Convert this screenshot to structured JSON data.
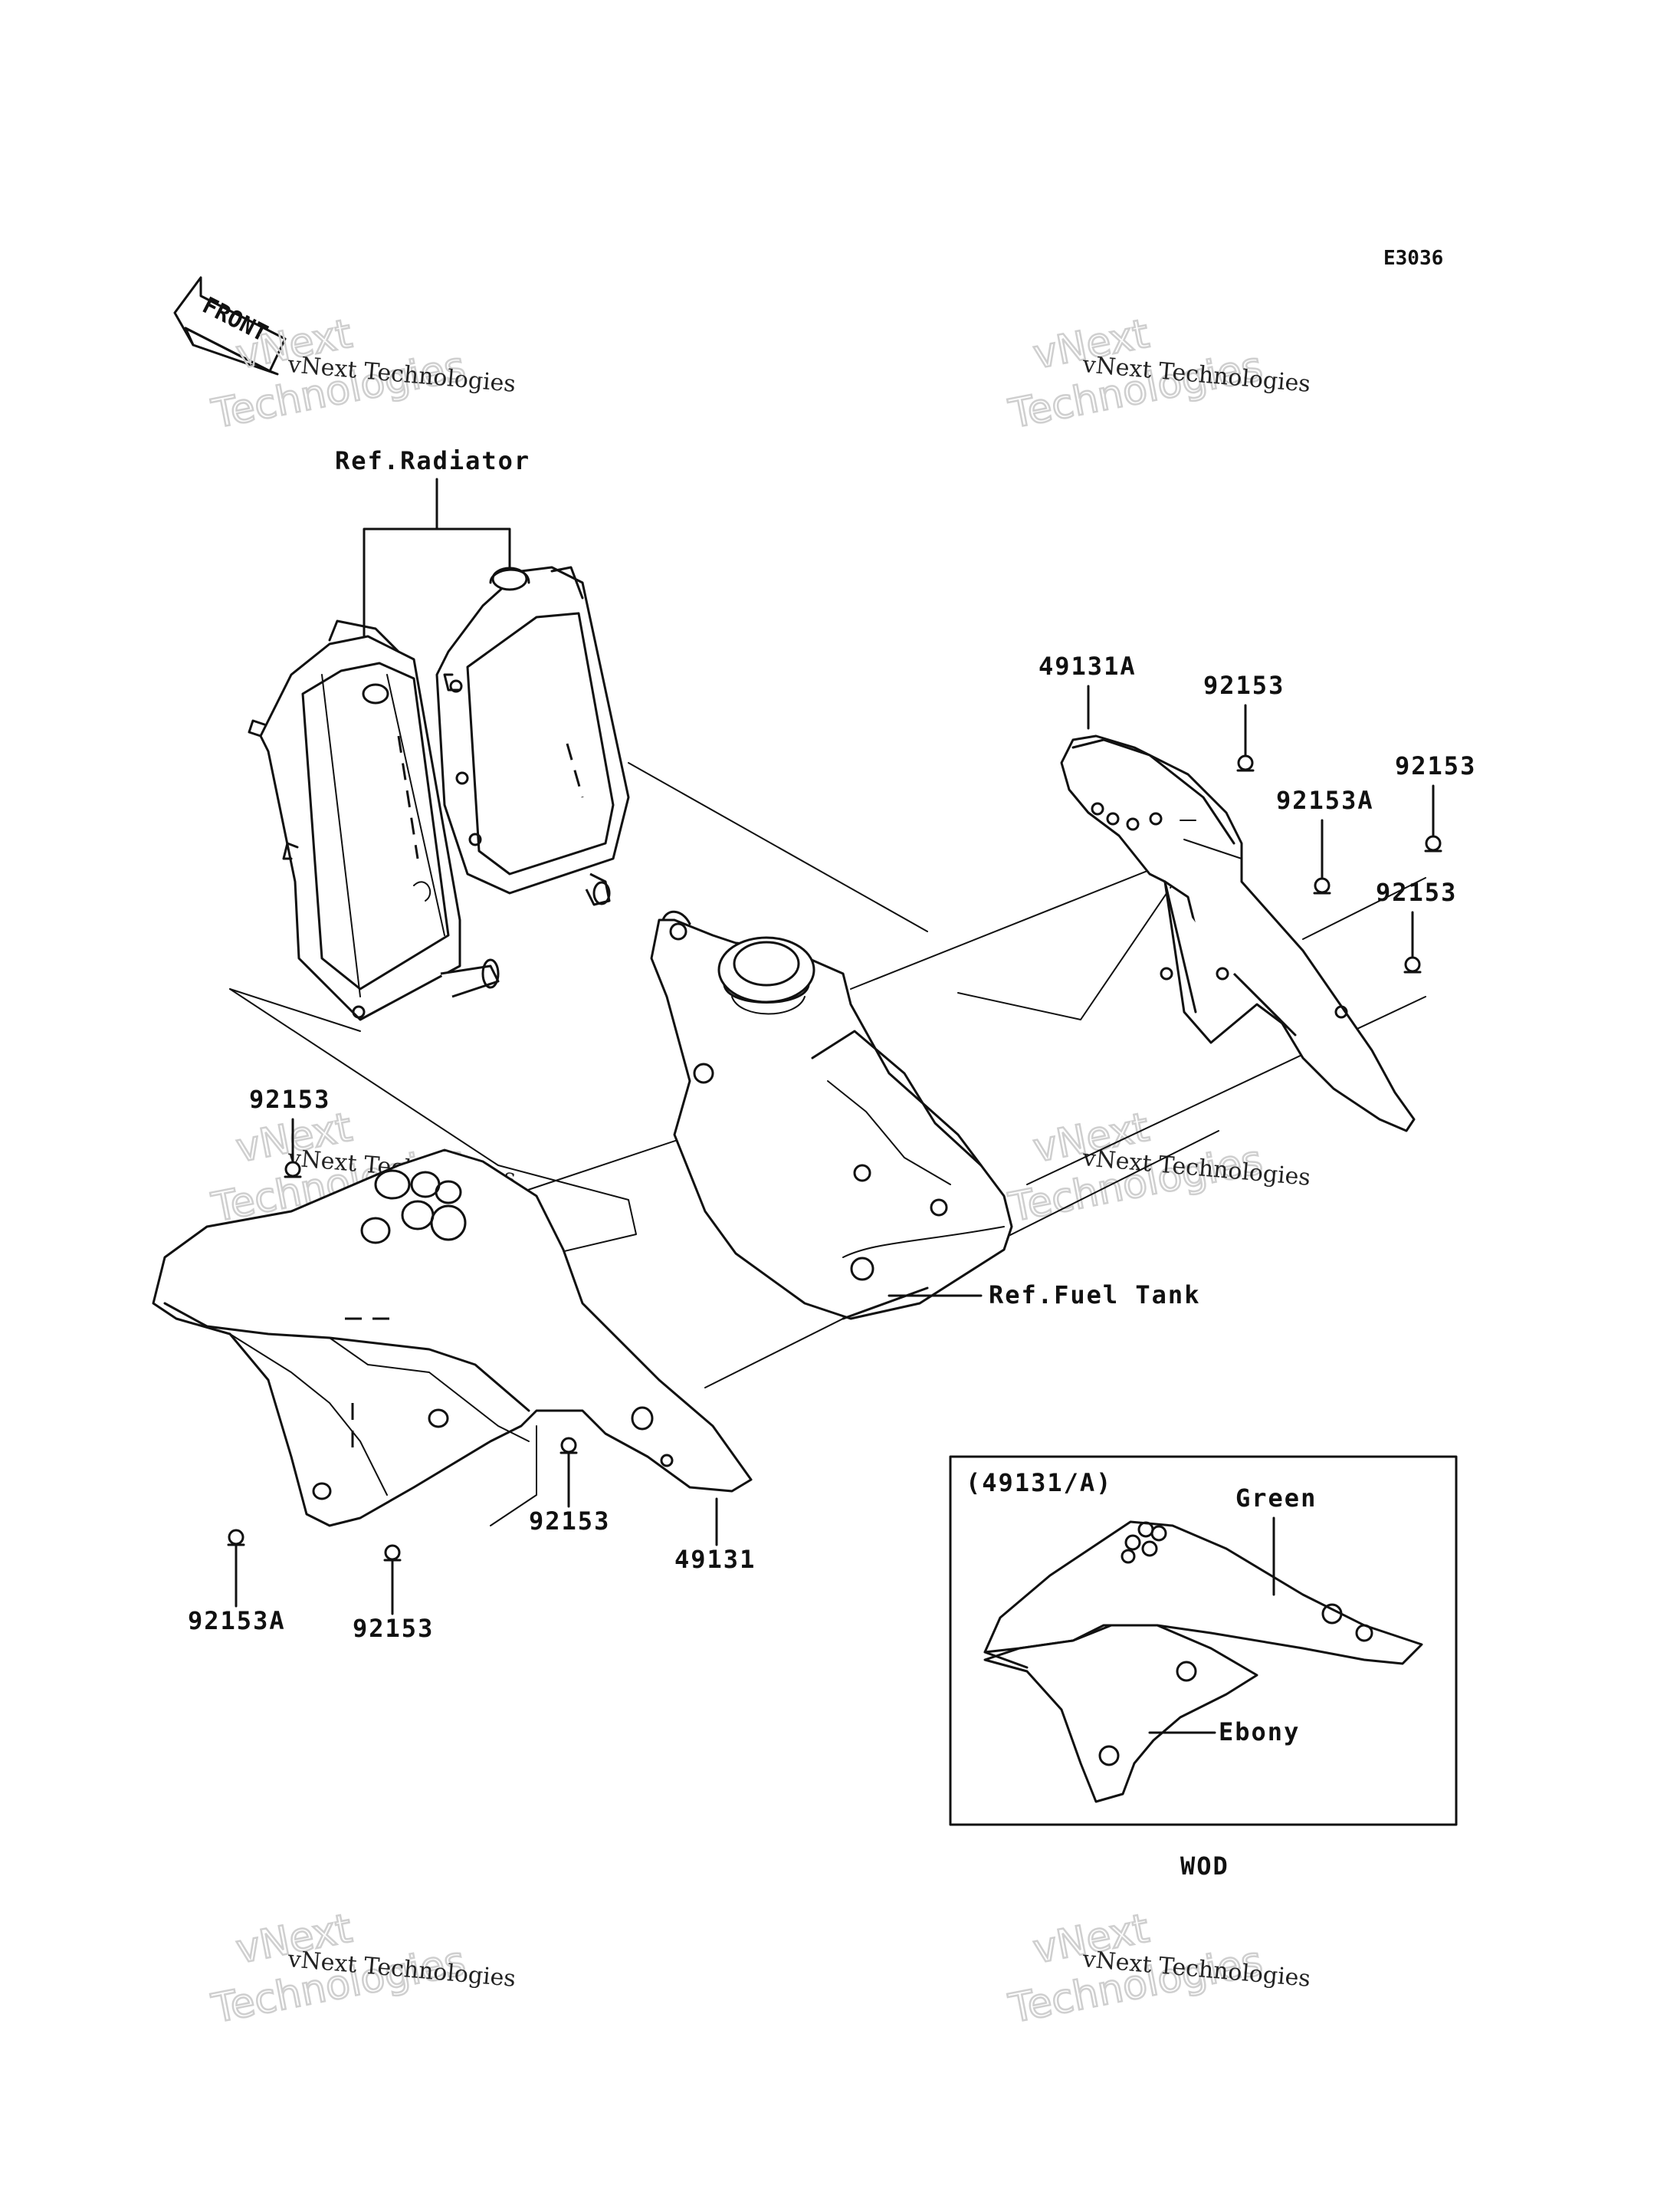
{
  "diagram_code": "E3036",
  "front_label": "FRONT",
  "watermark": {
    "line1": "vNext Technologies",
    "line2a": "vNext",
    "line2b": "Technologies"
  },
  "refs": {
    "radiator": "Ref.Radiator",
    "fuel_tank": "Ref.Fuel Tank"
  },
  "parts": {
    "p49131A": "49131A",
    "p49131": "49131",
    "p92153": "92153",
    "p92153A": "92153A"
  },
  "inset": {
    "title": "(49131/A)",
    "green": "Green",
    "ebony": "Ebony",
    "footer": "WOD"
  }
}
